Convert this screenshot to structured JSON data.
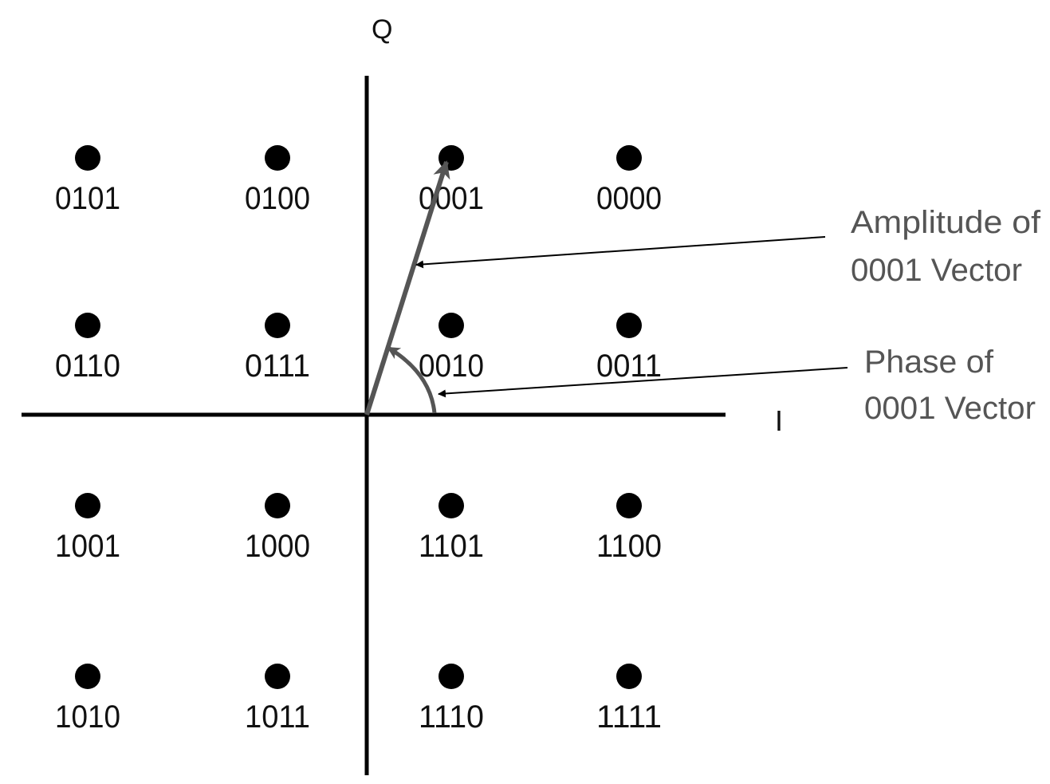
{
  "axes": {
    "q_label": "Q",
    "i_label": "I"
  },
  "points": [
    {
      "label": "0101",
      "col": 0,
      "row": 0
    },
    {
      "label": "0100",
      "col": 1,
      "row": 0
    },
    {
      "label": "0001",
      "col": 2,
      "row": 0
    },
    {
      "label": "0000",
      "col": 3,
      "row": 0
    },
    {
      "label": "0110",
      "col": 0,
      "row": 1
    },
    {
      "label": "0111",
      "col": 1,
      "row": 1
    },
    {
      "label": "0010",
      "col": 2,
      "row": 1
    },
    {
      "label": "0011",
      "col": 3,
      "row": 1
    },
    {
      "label": "1001",
      "col": 0,
      "row": 2
    },
    {
      "label": "1000",
      "col": 1,
      "row": 2
    },
    {
      "label": "1101",
      "col": 2,
      "row": 2
    },
    {
      "label": "1100",
      "col": 3,
      "row": 2
    },
    {
      "label": "1010",
      "col": 0,
      "row": 3
    },
    {
      "label": "1011",
      "col": 1,
      "row": 3
    },
    {
      "label": "1110",
      "col": 2,
      "row": 3
    },
    {
      "label": "1111",
      "col": 3,
      "row": 3
    }
  ],
  "annotations": {
    "amplitude": [
      "Amplitude of",
      "0001 Vector"
    ],
    "phase": [
      "Phase of",
      "0001 Vector"
    ]
  },
  "colors": {
    "axis": "#000000",
    "vector": "#555555",
    "annotation": "#555555"
  }
}
